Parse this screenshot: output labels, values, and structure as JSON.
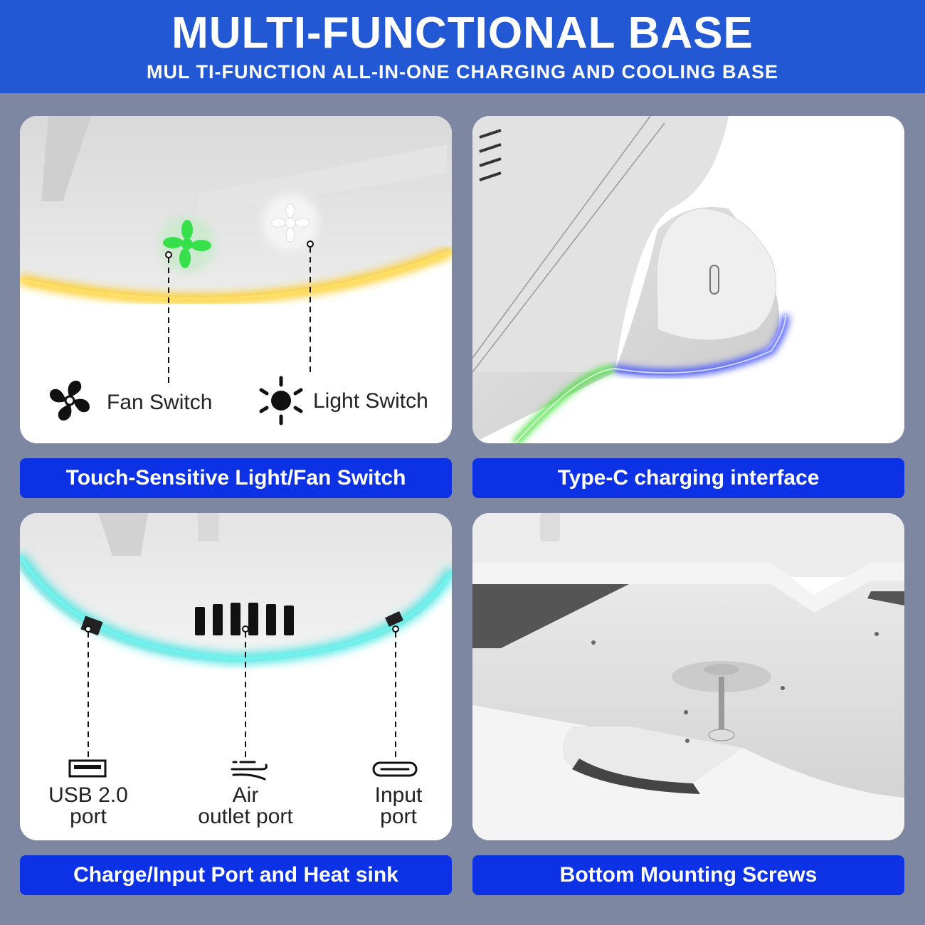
{
  "header": {
    "title": "MULTI-FUNCTIONAL BASE",
    "subtitle": "MUL TI-FUNCTION ALL-IN-ONE CHARGING AND COOLING BASE"
  },
  "panels": [
    {
      "caption": "Touch-Sensitive Light/Fan Switch",
      "callouts": [
        {
          "icon": "fan-icon",
          "text": "Fan Switch"
        },
        {
          "icon": "sun-icon",
          "text": "Light Switch"
        }
      ]
    },
    {
      "caption": "Type-C charging interface"
    },
    {
      "caption": "Charge/Input Port and Heat sink",
      "callouts": [
        {
          "icon": "usb-icon",
          "line1": "USB 2.0",
          "line2": "port"
        },
        {
          "icon": "air-icon",
          "line1": "Air",
          "line2": "outlet port"
        },
        {
          "icon": "type-c-icon",
          "line1": "Input",
          "line2": "port"
        }
      ]
    },
    {
      "caption": "Bottom Mounting Screws"
    }
  ],
  "colors": {
    "header": "#2358d4",
    "caption": "#0d32e6",
    "background": "#7d87a1"
  }
}
